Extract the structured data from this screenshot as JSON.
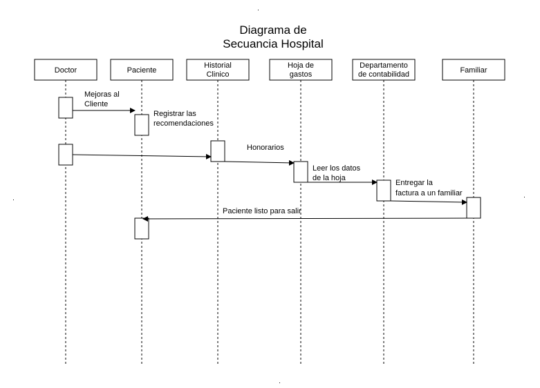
{
  "diagram": {
    "title_line1": "Diagrama de",
    "title_line2": "Secuancia Hospital",
    "actors": [
      {
        "line1": "Doctor",
        "line2": ""
      },
      {
        "line1": "Paciente",
        "line2": ""
      },
      {
        "line1": "Historial",
        "line2": "Clinico"
      },
      {
        "line1": "Hoja de",
        "line2": "gastos"
      },
      {
        "line1": "Departamento",
        "line2": "de contabilidad"
      },
      {
        "line1": "Familiar",
        "line2": ""
      }
    ],
    "messages": [
      {
        "line1": "Mejoras al",
        "line2": "Cliente"
      },
      {
        "line1": "Registrar las",
        "line2": "recomendaciones"
      },
      {
        "line1": "Honorarios",
        "line2": ""
      },
      {
        "line1": "Leer los datos",
        "line2": "de la hoja"
      },
      {
        "line1": "Entregar la",
        "line2": "factura a un familiar"
      },
      {
        "line1": "Paciente listo para salir",
        "line2": ""
      }
    ]
  }
}
